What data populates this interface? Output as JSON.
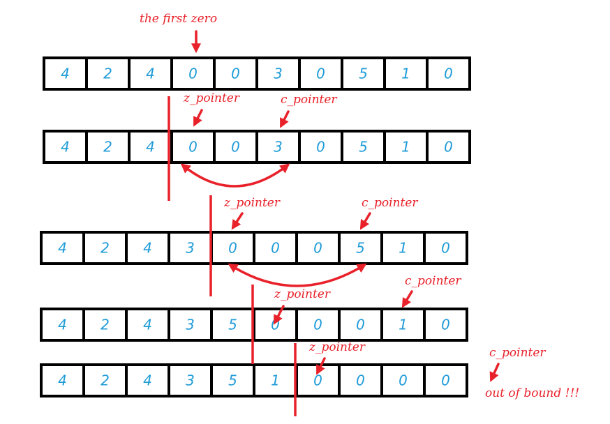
{
  "arrays": [
    {
      "values": [
        "4",
        "2",
        "4",
        "0",
        "0",
        "3",
        "0",
        "5",
        "1",
        "0"
      ]
    },
    {
      "values": [
        "4",
        "2",
        "4",
        "0",
        "0",
        "3",
        "0",
        "5",
        "1",
        "0"
      ]
    },
    {
      "values": [
        "4",
        "2",
        "4",
        "3",
        "0",
        "0",
        "0",
        "5",
        "1",
        "0"
      ]
    },
    {
      "values": [
        "4",
        "2",
        "4",
        "3",
        "5",
        "0",
        "0",
        "0",
        "1",
        "0"
      ]
    },
    {
      "values": [
        "4",
        "2",
        "4",
        "3",
        "5",
        "1",
        "0",
        "0",
        "0",
        "0"
      ]
    }
  ],
  "labels": {
    "first_zero": "the first zero",
    "z_pointer": "z_pointer",
    "c_pointer": "c_pointer",
    "out_of_bound": "out of bound !!!"
  },
  "colors": {
    "annotation": "#e8212a",
    "cell_text": "#1e9bd7",
    "cell_border": "#000000"
  }
}
